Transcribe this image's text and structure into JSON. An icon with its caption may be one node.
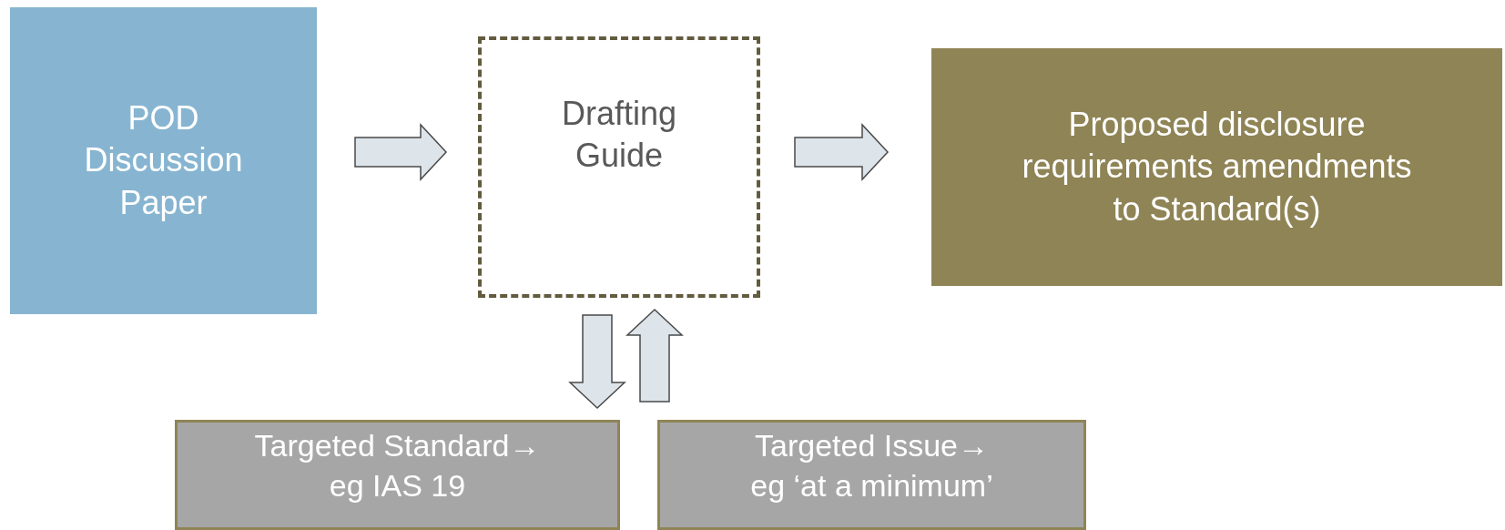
{
  "diagram": {
    "nodes": [
      {
        "text": [
          "POD Discussion Paper"
        ]
      },
      {
        "text": [
          "Drafting Guide"
        ]
      },
      {
        "text": [
          "Proposed disclosure requirements amendments to Standard(s)"
        ]
      },
      {
        "text": [
          "Targeted Standard→ eg IAS 19"
        ]
      },
      {
        "text": [
          "Targeted Issue→ eg ‘at a minimum’"
        ]
      }
    ],
    "edges": [
      {
        "from": 0,
        "to": 1,
        "arrow": "to"
      },
      {
        "from": 1,
        "to": 2,
        "arrow": "to"
      },
      {
        "from": 1,
        "to": 3,
        "arrow": "to"
      },
      {
        "from": 4,
        "to": 1,
        "arrow": "to"
      }
    ]
  }
}
